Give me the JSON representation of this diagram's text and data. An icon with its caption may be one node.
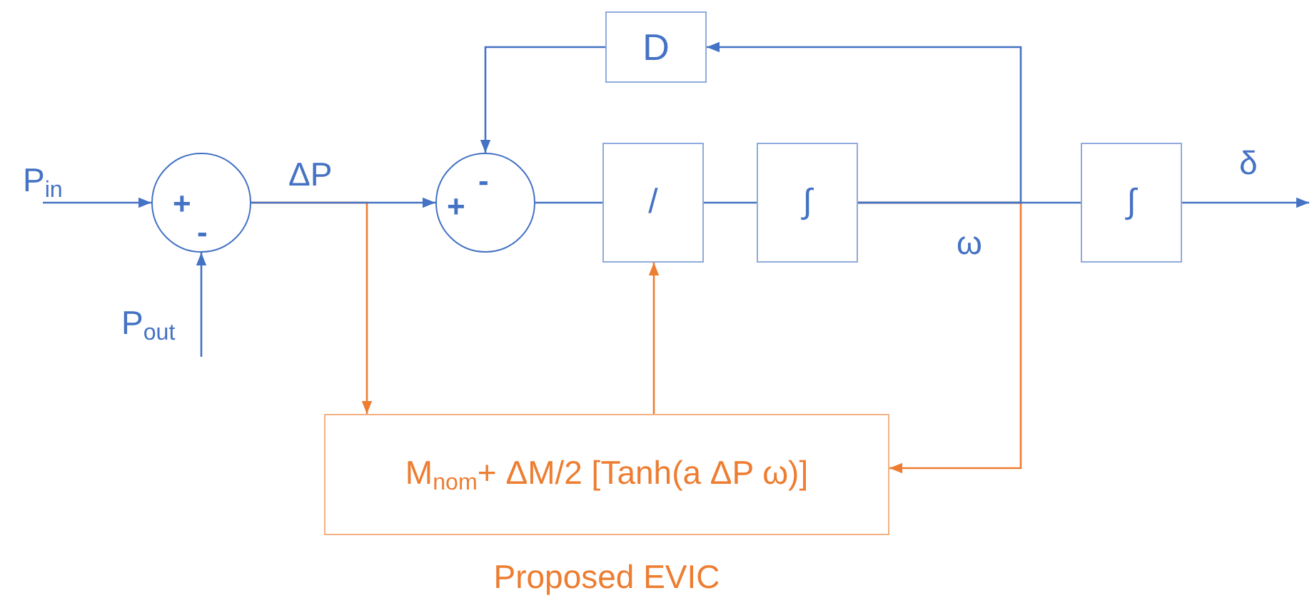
{
  "diagram": {
    "nodes": [
      {
        "text": [
          "P$_{in}$"
        ]
      },
      {
        "text": [
          "+",
          "-"
        ]
      },
      {
        "text": [
          "P$_{out}$"
        ]
      },
      {
        "text": [
          "+",
          "-"
        ]
      },
      {
        "text": [
          "/"
        ]
      },
      {
        "text": [
          "∫"
        ]
      },
      {
        "text": [
          "∫"
        ]
      },
      {
        "text": [
          "D"
        ]
      },
      {
        "text": [
          "M$_{nom}$+ ΔM/2 [Tanh(a ΔP ω)]"
        ],
        "beside": [
          "Proposed EVIC"
        ]
      }
    ],
    "edges": [
      {
        "from": 0,
        "to": 1,
        "arrow": "to"
      },
      {
        "from": 2,
        "to": 1,
        "arrow": "to"
      },
      {
        "from": 1,
        "to": 3,
        "arrow": "to",
        "label": "ΔP"
      },
      {
        "from": 3,
        "to": 4,
        "arrow": "none"
      },
      {
        "from": 4,
        "to": 5,
        "arrow": "none"
      },
      {
        "from": 5,
        "to": 6,
        "arrow": "none",
        "label": "ω"
      },
      {
        "from": 6,
        "to": null,
        "arrow": "to",
        "label": "δ"
      },
      {
        "from": 5,
        "to": 7,
        "arrow": "to"
      },
      {
        "from": 7,
        "to": 3,
        "arrow": "to"
      },
      {
        "from": 1,
        "to": 8,
        "arrow": "to",
        "color": "#ed7d31"
      },
      {
        "from": 8,
        "to": 4,
        "arrow": "to",
        "color": "#ed7d31"
      },
      {
        "from": 5,
        "to": 8,
        "arrow": "to",
        "color": "#ed7d31"
      }
    ]
  }
}
